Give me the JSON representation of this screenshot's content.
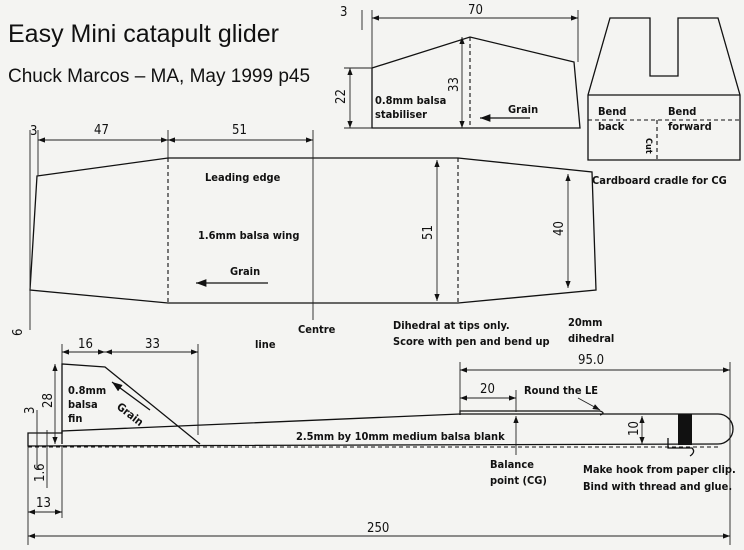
{
  "title": "Easy Mini catapult glider",
  "subtitle": "Chuck Marcos – MA, May 1999 p45",
  "stabiliser": {
    "label1": "0.8mm balsa",
    "label2": "stabiliser",
    "grain": "Grain",
    "dims": {
      "offset": "3",
      "span": "70",
      "root": "33",
      "tip": "22"
    }
  },
  "cradle": {
    "bend_back1": "Bend",
    "bend_back2": "back",
    "bend_fwd1": "Bend",
    "bend_fwd2": "forward",
    "cut": "Cut",
    "caption": "Cardboard cradle for CG"
  },
  "wing": {
    "leading_edge": "Leading edge",
    "material": "1.6mm balsa wing",
    "grain": "Grain",
    "centre1": "Centre",
    "centre2": "line",
    "dihedral_note1": "Dihedral at tips only.",
    "dihedral_note2": "Score with pen and bend up",
    "dihedral1": "20mm",
    "dihedral2": "dihedral",
    "dims": {
      "offset": "3",
      "tip_len": "47",
      "half_centre": "51",
      "chord": "51",
      "tip_chord": "40",
      "sweep": "6"
    }
  },
  "fuselage": {
    "fin1": "0.8mm",
    "fin2": "balsa",
    "fin3": "fin",
    "fin_grain": "Grain",
    "blank": "2.5mm by 10mm medium balsa blank",
    "round_le": "Round the LE",
    "balance1": "Balance",
    "balance2": "point (CG)",
    "hook1": "Make hook from paper clip.",
    "hook2": "Bind with thread and glue.",
    "dims": {
      "fin_top": "16",
      "fin_slope": "33",
      "fin_h": "28",
      "step": "3",
      "thick": "1.6",
      "tail": "13",
      "total": "250",
      "wing_pos": "95.0",
      "cg": "20",
      "depth": "10"
    }
  }
}
